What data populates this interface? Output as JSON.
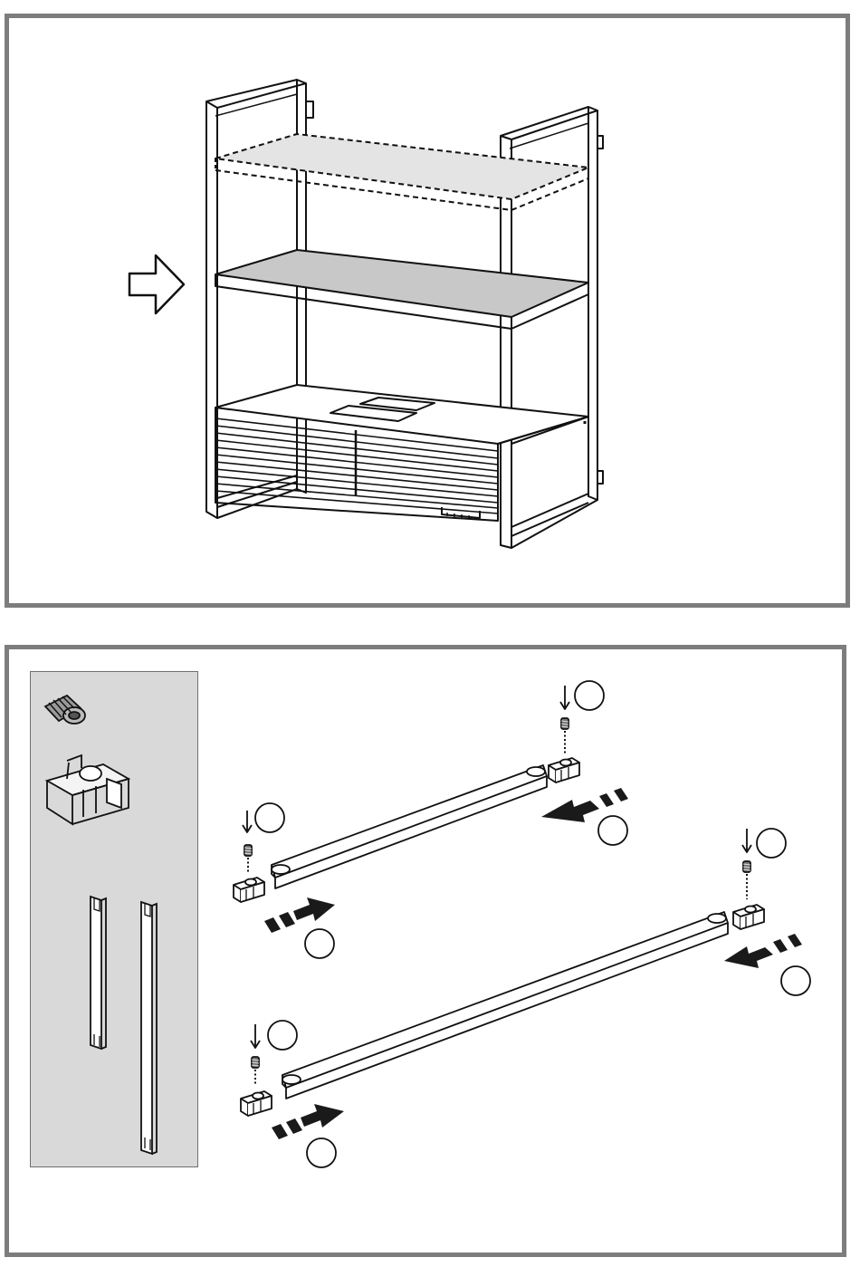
{
  "figure": {
    "steps": [
      {
        "id": "step-shelf-position",
        "description_visible": false
      },
      {
        "id": "step-rail-assembly",
        "description_visible": false
      }
    ],
    "colors": {
      "frame_border": "#7d7d7d",
      "line": "#111111",
      "shelf_fill_dashed": "#e4e4e4",
      "shelf_fill_solid": "#c8c8c8",
      "parts_tray_bg": "#d9d9d9",
      "arrow_fill": "#1a1a1a"
    },
    "icons": [
      "hollow-right-arrow-icon",
      "screw-insert-icon",
      "rail-clip-icon",
      "push-arrow-icon",
      "down-arrow-icon",
      "step-circle-icon"
    ],
    "parts": [
      "threaded-insert",
      "rail-clip",
      "short-rail",
      "long-rail"
    ],
    "step_circles": [
      "",
      "",
      "",
      "",
      "",
      "",
      "",
      "",
      "",
      ""
    ]
  }
}
